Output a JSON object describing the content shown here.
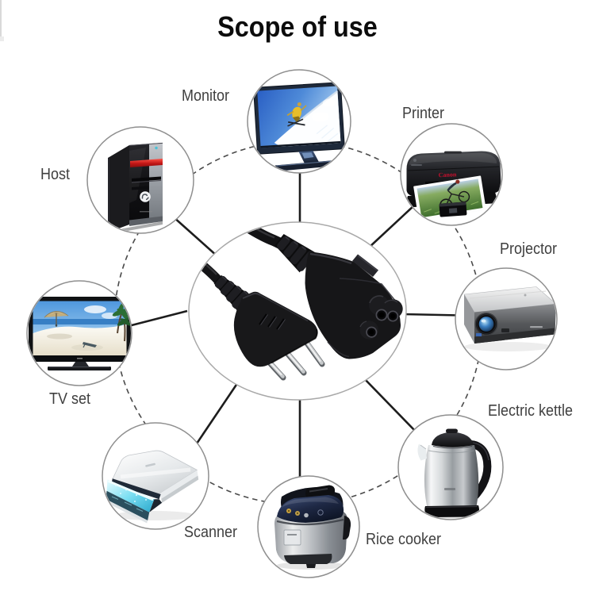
{
  "title": "Scope of use",
  "diagram": {
    "center": {
      "icon": "power-cord-image",
      "description_visible": false
    },
    "items": [
      {
        "id": "host",
        "label": "Host",
        "icon": "desktop-tower-icon"
      },
      {
        "id": "monitor",
        "label": "Monitor",
        "icon": "monitor-icon"
      },
      {
        "id": "printer",
        "label": "Printer",
        "icon": "printer-icon",
        "brand": "Canon"
      },
      {
        "id": "projector",
        "label": "Projector",
        "icon": "projector-icon"
      },
      {
        "id": "electric-kettle",
        "label": "Electric kettle",
        "icon": "kettle-icon"
      },
      {
        "id": "rice-cooker",
        "label": "Rice cooker",
        "icon": "rice-cooker-icon"
      },
      {
        "id": "scanner",
        "label": "Scanner",
        "icon": "scanner-icon"
      },
      {
        "id": "tv-set",
        "label": "TV set",
        "icon": "tv-icon"
      }
    ]
  },
  "colors": {
    "title": "#0c0c0c",
    "label": "#3f3f3f",
    "connector_line": "#1d1d1d",
    "circle_border": "#8f8f8f",
    "dashed_ring": "#4a4a4a",
    "accent_red_stripe": "#c11616",
    "canon_red": "#c8102e"
  }
}
